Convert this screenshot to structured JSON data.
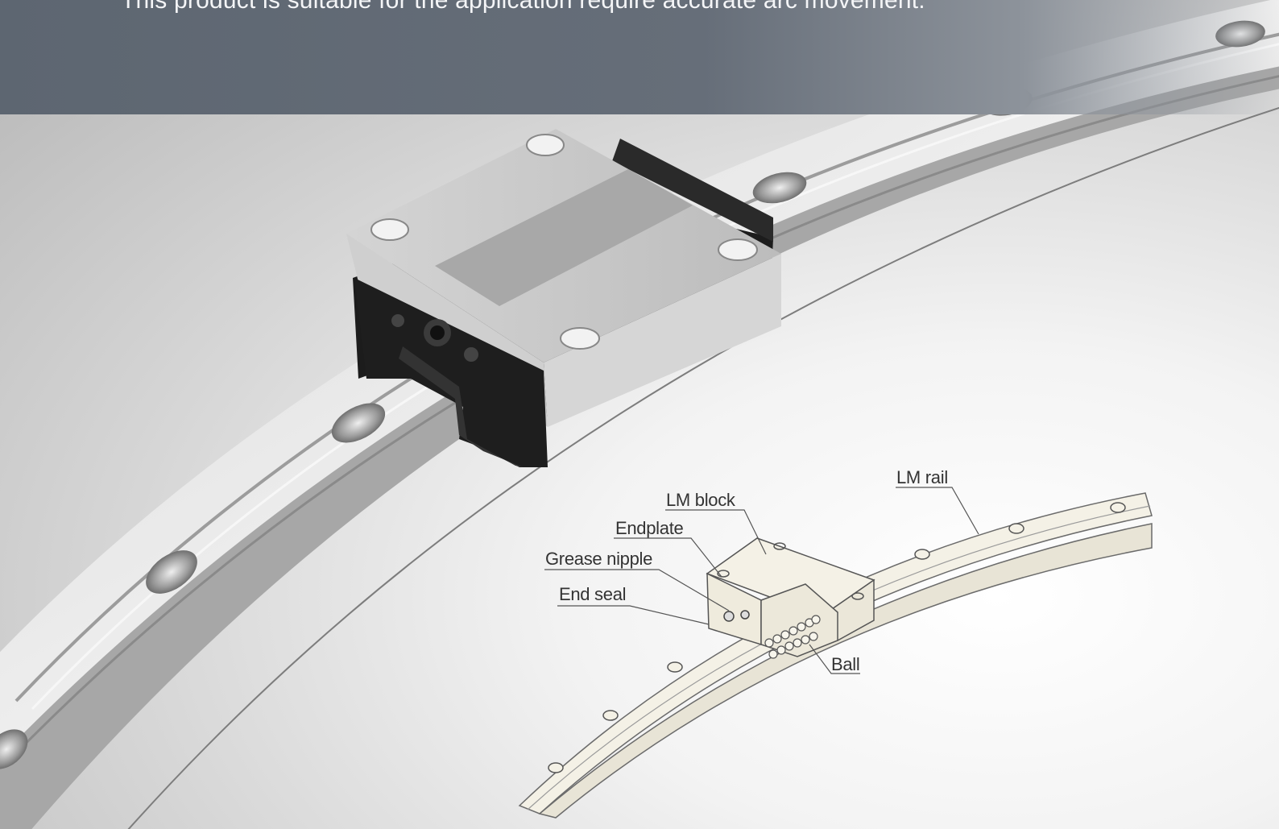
{
  "header": {
    "intro_text": "This product is suitable for the application require accurate arc movement."
  },
  "diagram": {
    "labels": {
      "lm_rail": "LM rail",
      "lm_block": "LM block",
      "endplate": "Endplate",
      "grease_nipple": "Grease nipple",
      "end_seal": "End seal",
      "ball": "Ball"
    }
  },
  "colors": {
    "header_bg": "#5d6671",
    "steel": "#c9c9c9",
    "black_part": "#1c1c1c",
    "diagram_fill": "#f4f1e6"
  }
}
